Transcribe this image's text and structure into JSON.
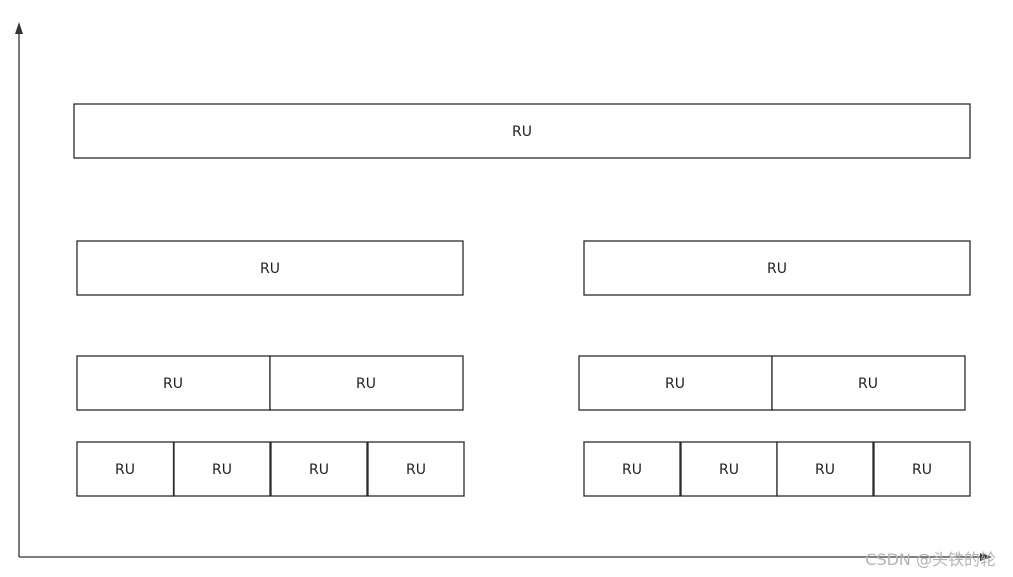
{
  "rows": [
    {
      "blocks": [
        {
          "label": "RU"
        }
      ]
    },
    {
      "blocks": [
        {
          "label": "RU"
        },
        {
          "label": "RU"
        }
      ]
    },
    {
      "blocks": [
        {
          "label": "RU"
        },
        {
          "label": "RU"
        },
        {
          "label": "RU"
        },
        {
          "label": "RU"
        }
      ]
    },
    {
      "blocks": [
        {
          "label": "RU"
        },
        {
          "label": "RU"
        },
        {
          "label": "RU"
        },
        {
          "label": "RU"
        },
        {
          "label": "RU"
        },
        {
          "label": "RU"
        },
        {
          "label": "RU"
        },
        {
          "label": "RU"
        }
      ]
    }
  ],
  "watermark": "CSDN @头铁的轮",
  "colors": {
    "stroke": "#2b2b2b",
    "text": "#222222",
    "watermark": "#b4b4b4"
  }
}
